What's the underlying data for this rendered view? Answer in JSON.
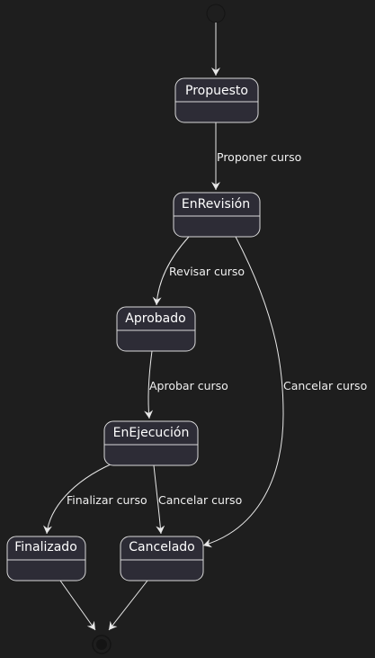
{
  "colors": {
    "background": "#1e1e1e",
    "state_fill": "#2d2c36",
    "state_border": "#d9d9d9",
    "edge": "#e8e8e8",
    "text": "#ffffff",
    "start_node": "#1e1e1e"
  },
  "states": {
    "propuesto": "Propuesto",
    "enrevision": "EnRevisión",
    "aprobado": "Aprobado",
    "enejecucion": "EnEjecución",
    "finalizado": "Finalizado",
    "cancelado": "Cancelado"
  },
  "transitions": {
    "proponer": "Proponer curso",
    "revisar": "Revisar curso",
    "cancelar_revision": "Cancelar curso",
    "aprobar": "Aprobar curso",
    "finalizar": "Finalizar curso",
    "cancelar_ejecucion": "Cancelar curso"
  }
}
